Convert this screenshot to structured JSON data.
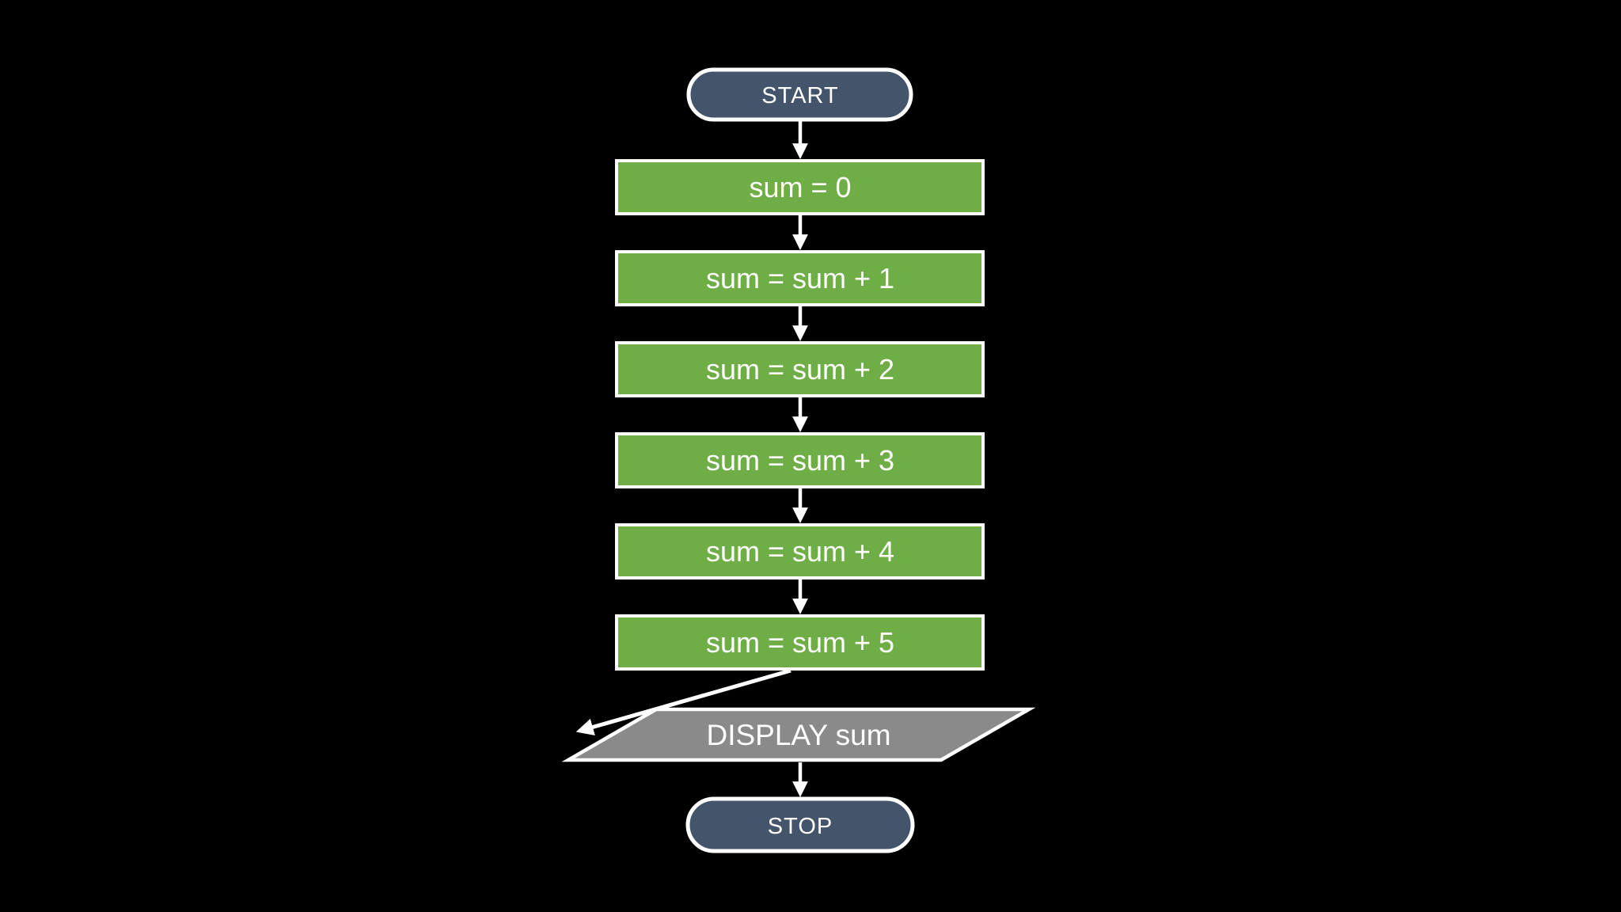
{
  "flowchart": {
    "description": "Flowchart computing the sum 1..5 by sequential addition",
    "background_color": "#000000",
    "colors": {
      "terminator_fill": "#44546a",
      "process_fill": "#6fad47",
      "io_fill": "#8a8a8a",
      "outline": "#ffffff",
      "arrow": "#ffffff",
      "text": "#ffffff"
    },
    "nodes": {
      "start": {
        "type": "terminator",
        "label": "START"
      },
      "steps": [
        {
          "type": "process",
          "label": "sum = 0"
        },
        {
          "type": "process",
          "label": "sum = sum + 1"
        },
        {
          "type": "process",
          "label": "sum = sum + 2"
        },
        {
          "type": "process",
          "label": "sum = sum + 3"
        },
        {
          "type": "process",
          "label": "sum = sum + 4"
        },
        {
          "type": "process",
          "label": "sum = sum + 5"
        }
      ],
      "output": {
        "type": "input-output",
        "label": "DISPLAY sum"
      },
      "stop": {
        "type": "terminator",
        "label": "STOP"
      }
    },
    "edges": [
      {
        "from": "START",
        "to": "sum = 0"
      },
      {
        "from": "sum = 0",
        "to": "sum = sum + 1"
      },
      {
        "from": "sum = sum + 1",
        "to": "sum = sum + 2"
      },
      {
        "from": "sum = sum + 2",
        "to": "sum = sum + 3"
      },
      {
        "from": "sum = sum + 3",
        "to": "sum = sum + 4"
      },
      {
        "from": "sum = sum + 4",
        "to": "sum = sum + 5"
      },
      {
        "from": "sum = sum + 5",
        "to": "DISPLAY sum",
        "note": "arrowhead misrouted, points to lower-left outside shape"
      },
      {
        "from": "DISPLAY sum",
        "to": "STOP"
      }
    ]
  }
}
